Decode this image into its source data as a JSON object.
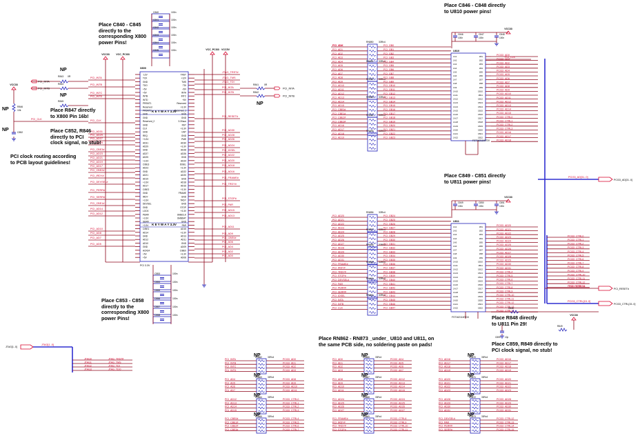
{
  "notes": {
    "c840": "Place C840 - C845\ndirectly to the\ncorresponding X800\npower Pins!",
    "c846": "Place C846 - C848 directly\nto U810 power pins!",
    "r847": "Place R847 directly\nto X800 Pin 16b!",
    "c852": "Place C852, R846\ndirectly to PCI\nclock signal, no stub!",
    "pciclk": "PCI clock routing according\nto PCB layout guidelines!",
    "c849": "Place C849 - C851 directly\nto U811 power pins!",
    "c853": "Place C853 - C858\ndirectly to the\ncorresponding X800\npower Pins!",
    "r848": "Place R848 directly\nto U811 Pin 29!",
    "c859": "Place C859, R849 directly to\nPCI clock signal, no stub!",
    "rn862": "Place RN862 - RN873 _under_ U810 and U811, on\nthe same PCB side, no soldering paste on pads!"
  },
  "np_label": "NP",
  "keyway": "K E Y W A Y  3.3V",
  "x800": "X800",
  "pci33": "PCI 3.3V",
  "u810": "U810",
  "u811": "U811",
  "fst": "FST16211MTDX",
  "nets": {
    "vcc33": "VCC33",
    "vcc_pci33": "VCC_PCI33",
    "vcc5": "VCC5V",
    "pci_clk": "PCI_CLK",
    "pci_ad_bus": "PCI33_AD[31..0]",
    "pci_ctrl_bus": "PCI33_CTRL[15..0]",
    "jtag_bus": "JTAG[1..0]",
    "pci_reset": "PCI_RESET#"
  },
  "left_nets": [
    "PCI_INTA",
    "PCI_INTB",
    "PCI_INTC",
    "PCI_INTD",
    "PCI_CLK",
    "PCI_AD31",
    "PCI_AD29",
    "PCI_AD27",
    "PCI_AD25",
    "PCI_CBE3#",
    "PCI_AD23",
    "PCI_AD21",
    "PCI_AD19",
    "PCI_AD17",
    "PCI_CBE2#",
    "PCI_IRDY#",
    "PCI_DEVSEL#",
    "PCI_PERR#",
    "PCI_SERR#",
    "PCI_CBE1#",
    "PCI_AD14",
    "PCI_AD12",
    "PCI_AD10",
    "PCI_AD8",
    "PCI_AD7",
    "PCI_AD5",
    "PCI_AD3",
    "PCI_AD1"
  ],
  "right_nets": [
    "JTAG_TRST#",
    "JTAG_TMS",
    "JTAG_TDI",
    "PCI_INTA",
    "PCI_INTB",
    "PCI_RESET#",
    "PCI_AD30",
    "PCI_AD28",
    "PCI_AD26",
    "PCI_AD24",
    "PCI_IDSEL",
    "PCI_AD22",
    "PCI_AD20",
    "PCI_AD18",
    "PCI_AD16",
    "PCI_FRAME#",
    "PCI_TRDY#",
    "PCI_STOP#",
    "PCI_PAR",
    "PCI_AD15",
    "PCI_AD13",
    "PCI_AD11",
    "PCI_AD9",
    "PCI_CBE0#",
    "PCI_AD6",
    "PCI_AD4",
    "PCI_AD2",
    "PCI_AD0"
  ],
  "u810_left": [
    "PCI_AD0",
    "PCI_AD1",
    "PCI_AD2",
    "PCI_AD3",
    "PCI_AD4",
    "PCI_AD5",
    "PCI_AD6",
    "PCI_AD7",
    "PCI_AD8",
    "PCI_AD9",
    "PCI_AD10",
    "PCI_AD11",
    "PCI_AD12",
    "PCI_AD13",
    "PCI_AD14",
    "PCI_AD15",
    "PCI_CBE0#",
    "PCI_CBE1#",
    "PCI_CBE2#",
    "PCI_CBE3#",
    "PCI_AD16",
    "PCI_AD17",
    "PCI_AD18",
    "PCI_AD19"
  ],
  "u810_right": [
    "PCI33_AD0",
    "PCI33_AD1",
    "PCI33_AD2",
    "PCI33_AD3",
    "PCI33_AD4",
    "PCI33_AD5",
    "PCI33_AD6",
    "PCI33_AD7",
    "PCI33_AD8",
    "PCI33_AD9",
    "PCI33_AD10",
    "PCI33_AD11",
    "PCI33_AD12",
    "PCI33_AD13",
    "PCI33_AD14",
    "PCI33_AD15",
    "PCI33_CTRL0",
    "PCI33_CTRL1",
    "PCI33_CTRL2",
    "PCI33_CTRL3",
    "PCI33_AD16",
    "PCI33_AD17",
    "PCI33_AD18",
    "PCI33_AD19"
  ],
  "u811_left": [
    "PCI_AD20",
    "PCI_AD21",
    "PCI_AD22",
    "PCI_AD23",
    "PCI_AD24",
    "PCI_AD25",
    "PCI_AD26",
    "PCI_AD27",
    "PCI_AD28",
    "PCI_AD29",
    "PCI_AD30",
    "PCI_AD31",
    "PCI_FRAME#",
    "PCI_IRDY#",
    "PCI_TRDY#",
    "PCI_STOP#",
    "PCI_DEVSEL#",
    "PCI_PAR",
    "PCI_PERR#",
    "PCI_SERR#",
    "PCI_IDSEL",
    "PCI_INTA",
    "PCI_INTB",
    "PCI_CLK"
  ],
  "u811_right": [
    "PCI33_AD20",
    "PCI33_AD21",
    "PCI33_AD22",
    "PCI33_AD23",
    "PCI33_AD24",
    "PCI33_AD25",
    "PCI33_AD26",
    "PCI33_AD27",
    "PCI33_AD28",
    "PCI33_AD29",
    "PCI33_AD30",
    "PCI33_AD31",
    "PCI33_CTRL4",
    "PCI33_CTRL5",
    "PCI33_CTRL6",
    "PCI33_CTRL7",
    "PCI33_CTRL8",
    "PCI33_CTRL9",
    "PCI33_CTRL10",
    "PCI33_CTRL11",
    "PCI33_CTRL12",
    "PCI33_CTRL13",
    "PCI33_CTRL14",
    "PCI33_CTRL15"
  ],
  "ctrl_stack": [
    "PCI33_CTRL0",
    "PCI33_CTRL1",
    "PCI33_CTRL2",
    "PCI33_CTRL3",
    "PCI33_CTRL4",
    "PCI33_CTRL5",
    "PCI33_CTRL6",
    "PCI33_CTRL7",
    "PCI33_CTRL8",
    "PCI33_CTRL9",
    "PCI33_CTRL10",
    "PCI33_CTRL11",
    "PCI33_CTRL12",
    "PCI33_CTRL13"
  ],
  "jtag_nets": [
    "JTAG0",
    "JTAG1",
    "JTAG2",
    "JTAG3"
  ],
  "jtag_out": [
    "JTAG_TRST#",
    "JTAG_TMS",
    "JTAG_TDI",
    "JTAG_TDO"
  ],
  "rn_bottom": [
    {
      "name": "RN862",
      "l": [
        "PCI_INTA",
        "PCI_INTB",
        "PCI_INTC",
        "PCI_INTD"
      ],
      "r": [
        "PCI33_AD0",
        "PCI33_AD1",
        "PCI33_AD2",
        "PCI33_AD3"
      ]
    },
    {
      "name": "RN866",
      "l": [
        "PCI_AD0",
        "PCI_AD1",
        "PCI_AD2",
        "PCI_AD3"
      ],
      "r": [
        "PCI33_AD4",
        "PCI33_AD5",
        "PCI33_AD6",
        "PCI33_AD7"
      ]
    },
    {
      "name": "RN870",
      "l": [
        "PCI_AD16",
        "PCI_AD17",
        "PCI_AD18",
        "PCI_AD19"
      ],
      "r": [
        "PCI33_AD16",
        "PCI33_AD17",
        "PCI33_AD18",
        "PCI33_AD19"
      ]
    },
    {
      "name": "RN863",
      "l": [
        "PCI_AD4",
        "PCI_AD5",
        "PCI_AD6",
        "PCI_AD7"
      ],
      "r": [
        "PCI33_AD8",
        "PCI33_AD9",
        "PCI33_AD10",
        "PCI33_AD11"
      ]
    },
    {
      "name": "RN867",
      "l": [
        "PCI_AD8",
        "PCI_AD9",
        "PCI_AD10",
        "PCI_AD11"
      ],
      "r": [
        "PCI33_AD12",
        "PCI33_AD13",
        "PCI33_AD14",
        "PCI33_AD15"
      ]
    },
    {
      "name": "RN871",
      "l": [
        "PCI_AD20",
        "PCI_AD21",
        "PCI_AD22",
        "PCI_AD23"
      ],
      "r": [
        "PCI33_AD20",
        "PCI33_AD21",
        "PCI33_AD22",
        "PCI33_AD23"
      ]
    },
    {
      "name": "RN864",
      "l": [
        "PCI_AD12",
        "PCI_AD13",
        "PCI_AD14",
        "PCI_AD15"
      ],
      "r": [
        "PCI33_CTRL0",
        "PCI33_CTRL1",
        "PCI33_CTRL2",
        "PCI33_CTRL3"
      ]
    },
    {
      "name": "RN868",
      "l": [
        "PCI_AD24",
        "PCI_AD25",
        "PCI_AD26",
        "PCI_AD27"
      ],
      "r": [
        "PCI33_AD24",
        "PCI33_AD25",
        "PCI33_AD26",
        "PCI33_AD27"
      ]
    },
    {
      "name": "RN872",
      "l": [
        "PCI_AD28",
        "PCI_AD29",
        "PCI_AD30",
        "PCI_AD31"
      ],
      "r": [
        "PCI33_AD28",
        "PCI33_AD29",
        "PCI33_AD30",
        "PCI33_AD31"
      ]
    },
    {
      "name": "RN865",
      "l": [
        "PCI_CBE0#",
        "PCI_CBE1#",
        "PCI_CBE2#",
        "PCI_CBE3#"
      ],
      "r": [
        "PCI33_CTRL4",
        "PCI33_CTRL5",
        "PCI33_CTRL6",
        "PCI33_CTRL7"
      ]
    },
    {
      "name": "RN869",
      "l": [
        "PCI_FRAME#",
        "PCI_IRDY#",
        "PCI_TRDY#",
        "PCI_STOP#"
      ],
      "r": [
        "PCI33_CTRL8",
        "PCI33_CTRL9",
        "PCI33_CTRL10",
        "PCI33_CTRL11"
      ]
    },
    {
      "name": "RN873",
      "l": [
        "PCI_DEVSEL#",
        "PCI_PAR",
        "PCI_PERR#",
        "PCI_SERR#"
      ],
      "r": [
        "PCI33_CTRL12",
        "PCI33_CTRL13",
        "PCI33_CTRL14",
        "PCI33_CTRL15"
      ]
    }
  ],
  "colors": {
    "wire": "#8b0016",
    "netlabel": "#d6002a",
    "component": "#1d1db8",
    "bus": "#2e2ed0"
  }
}
